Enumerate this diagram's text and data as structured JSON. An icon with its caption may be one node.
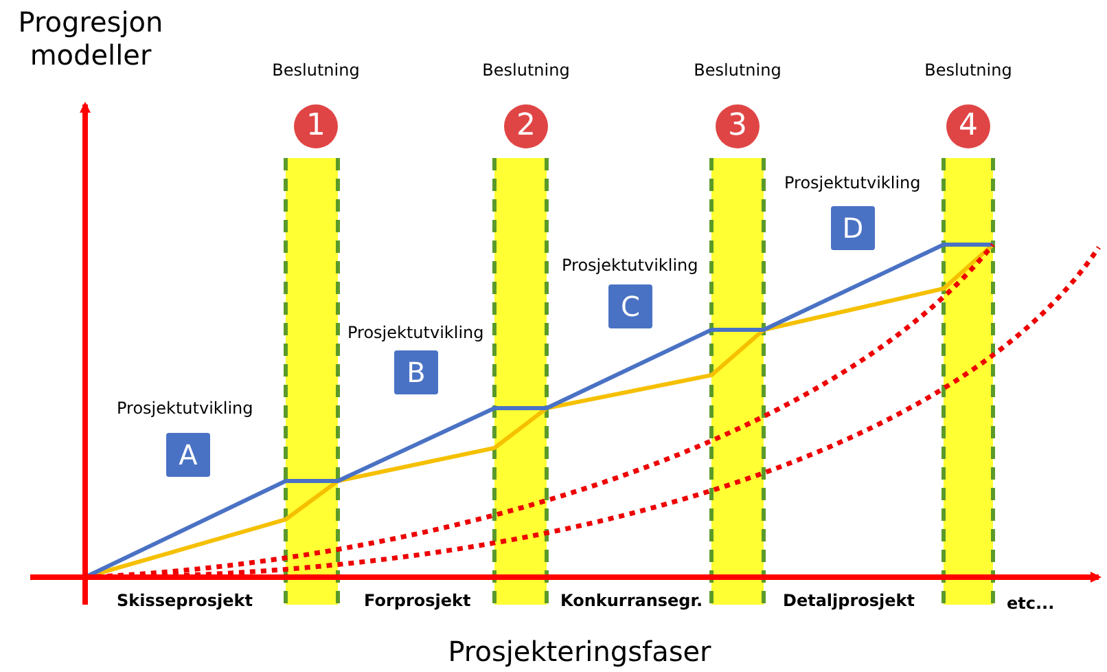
{
  "diagram": {
    "nodes": [
      {
        "text": [
          "1"
        ],
        "beside": [
          "Beslutning"
        ]
      },
      {
        "text": [
          "2"
        ],
        "beside": [
          "Beslutning"
        ]
      },
      {
        "text": [
          "3"
        ],
        "beside": [
          "Beslutning"
        ]
      },
      {
        "text": [
          "4"
        ],
        "beside": [
          "Beslutning"
        ]
      },
      {
        "text": [
          "Prosjektutvikling",
          "A"
        ]
      },
      {
        "text": [
          "Prosjektutvikling",
          "B"
        ]
      },
      {
        "text": [
          "Prosjektutvikling",
          "C"
        ]
      },
      {
        "text": [
          "Prosjektutvikling",
          "D"
        ]
      }
    ],
    "edges": [],
    "labels": [
      "Progresjon modeller",
      "Skisseprosjekt",
      "Forprosjekt",
      "Konkurransegr.",
      "Detaljprosjekt",
      "etc...",
      "Prosjekteringsfaser"
    ]
  }
}
